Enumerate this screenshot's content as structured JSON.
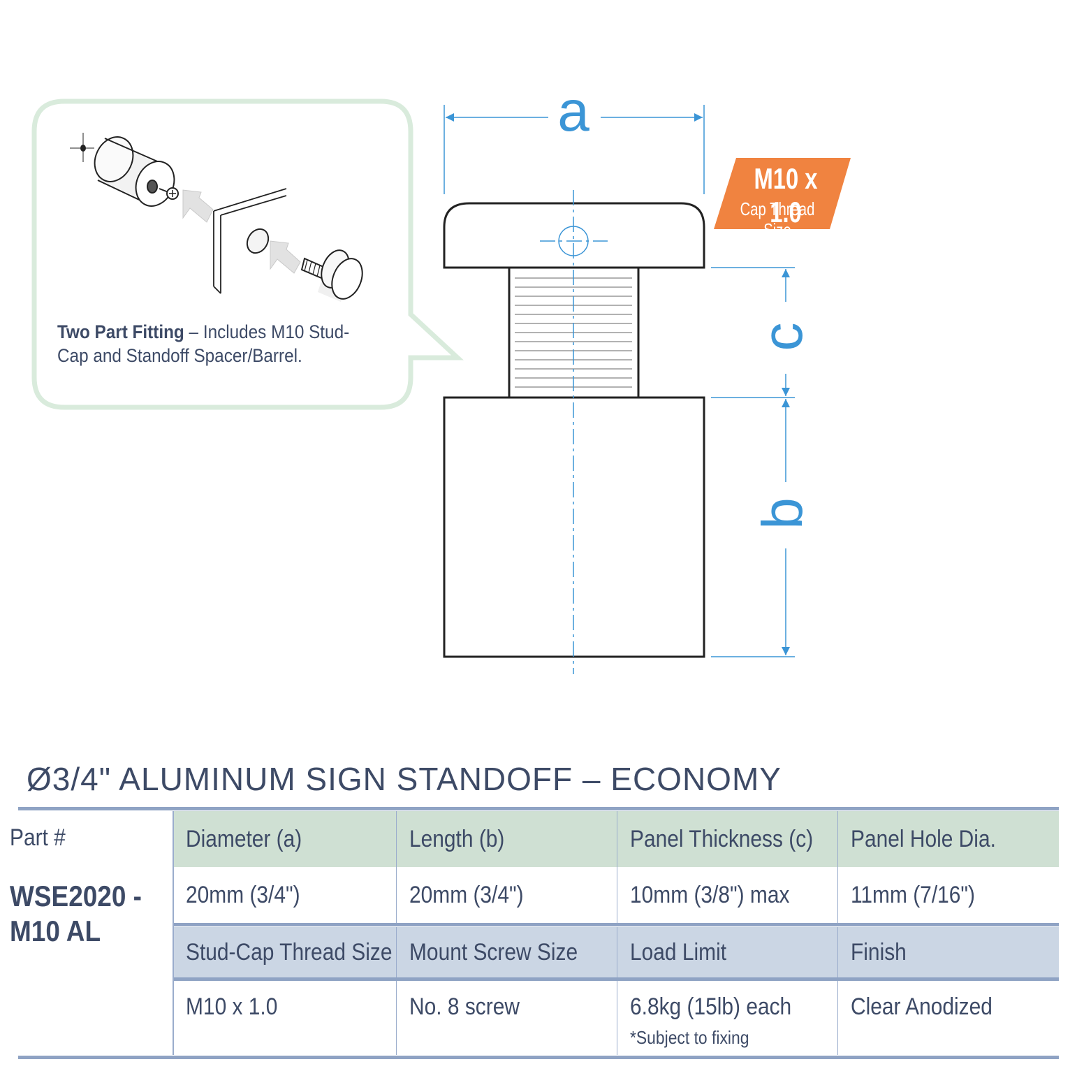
{
  "callout": {
    "heading": "Two Part Fitting",
    "separator": " – ",
    "body": "Includes M10 Stud-Cap and Standoff Spacer/Barrel."
  },
  "dimensions": {
    "a_label": "a",
    "b_label": "b",
    "c_label": "c"
  },
  "badge": {
    "title": "M10 x 1.0",
    "subtitle": "Cap Thread Size",
    "color": "#f08340"
  },
  "colors": {
    "dimension_blue": "#3b95d6",
    "callout_green": "#d9ebdc",
    "header_green": "#cfe0d3",
    "header_blue": "#cbd6e4",
    "rule_blue": "#8fa3c4",
    "text_navy": "#3d4a66"
  },
  "product": {
    "title": "Ø3/4\" ALUMINUM SIGN STANDOFF – ECONOMY",
    "part_label": "Part #",
    "part_number": "WSE2020 -M10 AL"
  },
  "table": {
    "header1": [
      "Diameter (a)",
      "Length (b)",
      "Panel Thickness (c)",
      "Panel Hole Dia."
    ],
    "values1": [
      "20mm (3/4\")",
      "20mm (3/4\")",
      "10mm (3/8\") max",
      "11mm (7/16\")"
    ],
    "header2": [
      "Stud-Cap Thread Size",
      "Mount Screw Size",
      "Load Limit",
      "Finish"
    ],
    "values2": [
      "M10 x 1.0",
      "No. 8 screw",
      "6.8kg (15lb) each",
      "Clear Anodized"
    ],
    "note": "*Subject to fixing"
  }
}
